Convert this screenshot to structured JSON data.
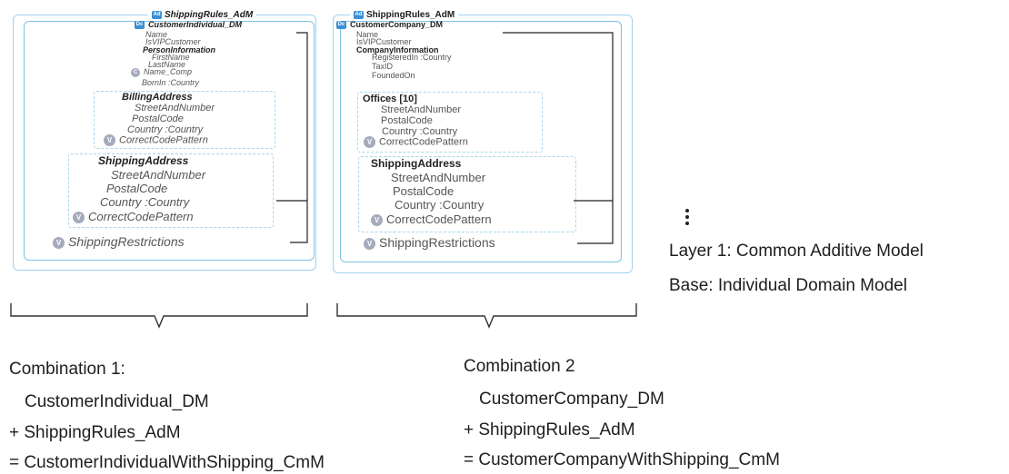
{
  "left_panel": {
    "adm_tag": "ShippingRules_AdM",
    "dm_title": "CustomerIndividual_DM",
    "fields": [
      "Name",
      "IsVIPCustomer"
    ],
    "person_info": {
      "heading": "PersonInformation",
      "items": [
        "FirstName",
        "LastName",
        "Name_Comp",
        "BornIn :Country"
      ]
    },
    "billing": {
      "heading": "BillingAddress",
      "items": [
        "StreetAndNumber",
        "PostalCode",
        "Country :Country",
        "CorrectCodePattern"
      ]
    },
    "shipping": {
      "heading": "ShippingAddress",
      "items": [
        "StreetAndNumber",
        "PostalCode",
        "Country :Country",
        "CorrectCodePattern"
      ]
    },
    "restrictions": "ShippingRestrictions"
  },
  "right_panel": {
    "adm_tag": "ShippingRules_AdM",
    "dm_title": "CustomerCompany_DM",
    "fields": [
      "Name",
      "IsVIPCustomer"
    ],
    "company_info": {
      "heading": "CompanyInformation",
      "items": [
        "RegisteredIn :Country",
        "TaxID",
        "FoundedOn"
      ]
    },
    "offices": {
      "heading": "Offices [10]",
      "items": [
        "StreetAndNumber",
        "PostalCode",
        "Country :Country",
        "CorrectCodePattern"
      ]
    },
    "shipping": {
      "heading": "ShippingAddress",
      "items": [
        "StreetAndNumber",
        "PostalCode",
        "Country :Country",
        "CorrectCodePattern"
      ]
    },
    "restrictions": "ShippingRestrictions"
  },
  "legend": {
    "line1": "Layer 1: Common Additive Model",
    "line2": "Base: Individual Domain Model"
  },
  "combo1": {
    "title": "Combination 1:",
    "line1": "CustomerIndividual_DM",
    "line2": "+ ShippingRules_AdM",
    "line3": "= CustomerIndividualWithShipping_CmM"
  },
  "combo2": {
    "title": "Combination 2",
    "line1": "CustomerCompany_DM",
    "line2": "+ ShippingRules_AdM",
    "line3": "= CustomerCompanyWithShipping_CmM"
  },
  "icons": {
    "adm": "additive-model-chip",
    "dm": "domain-model-chip",
    "validation": "validation-badge"
  },
  "colors": {
    "layer_border": "#7cc3e6",
    "dashed_box": "#a9d6ee",
    "chip": "#3a8fd6",
    "badge": "#a6aabd"
  }
}
